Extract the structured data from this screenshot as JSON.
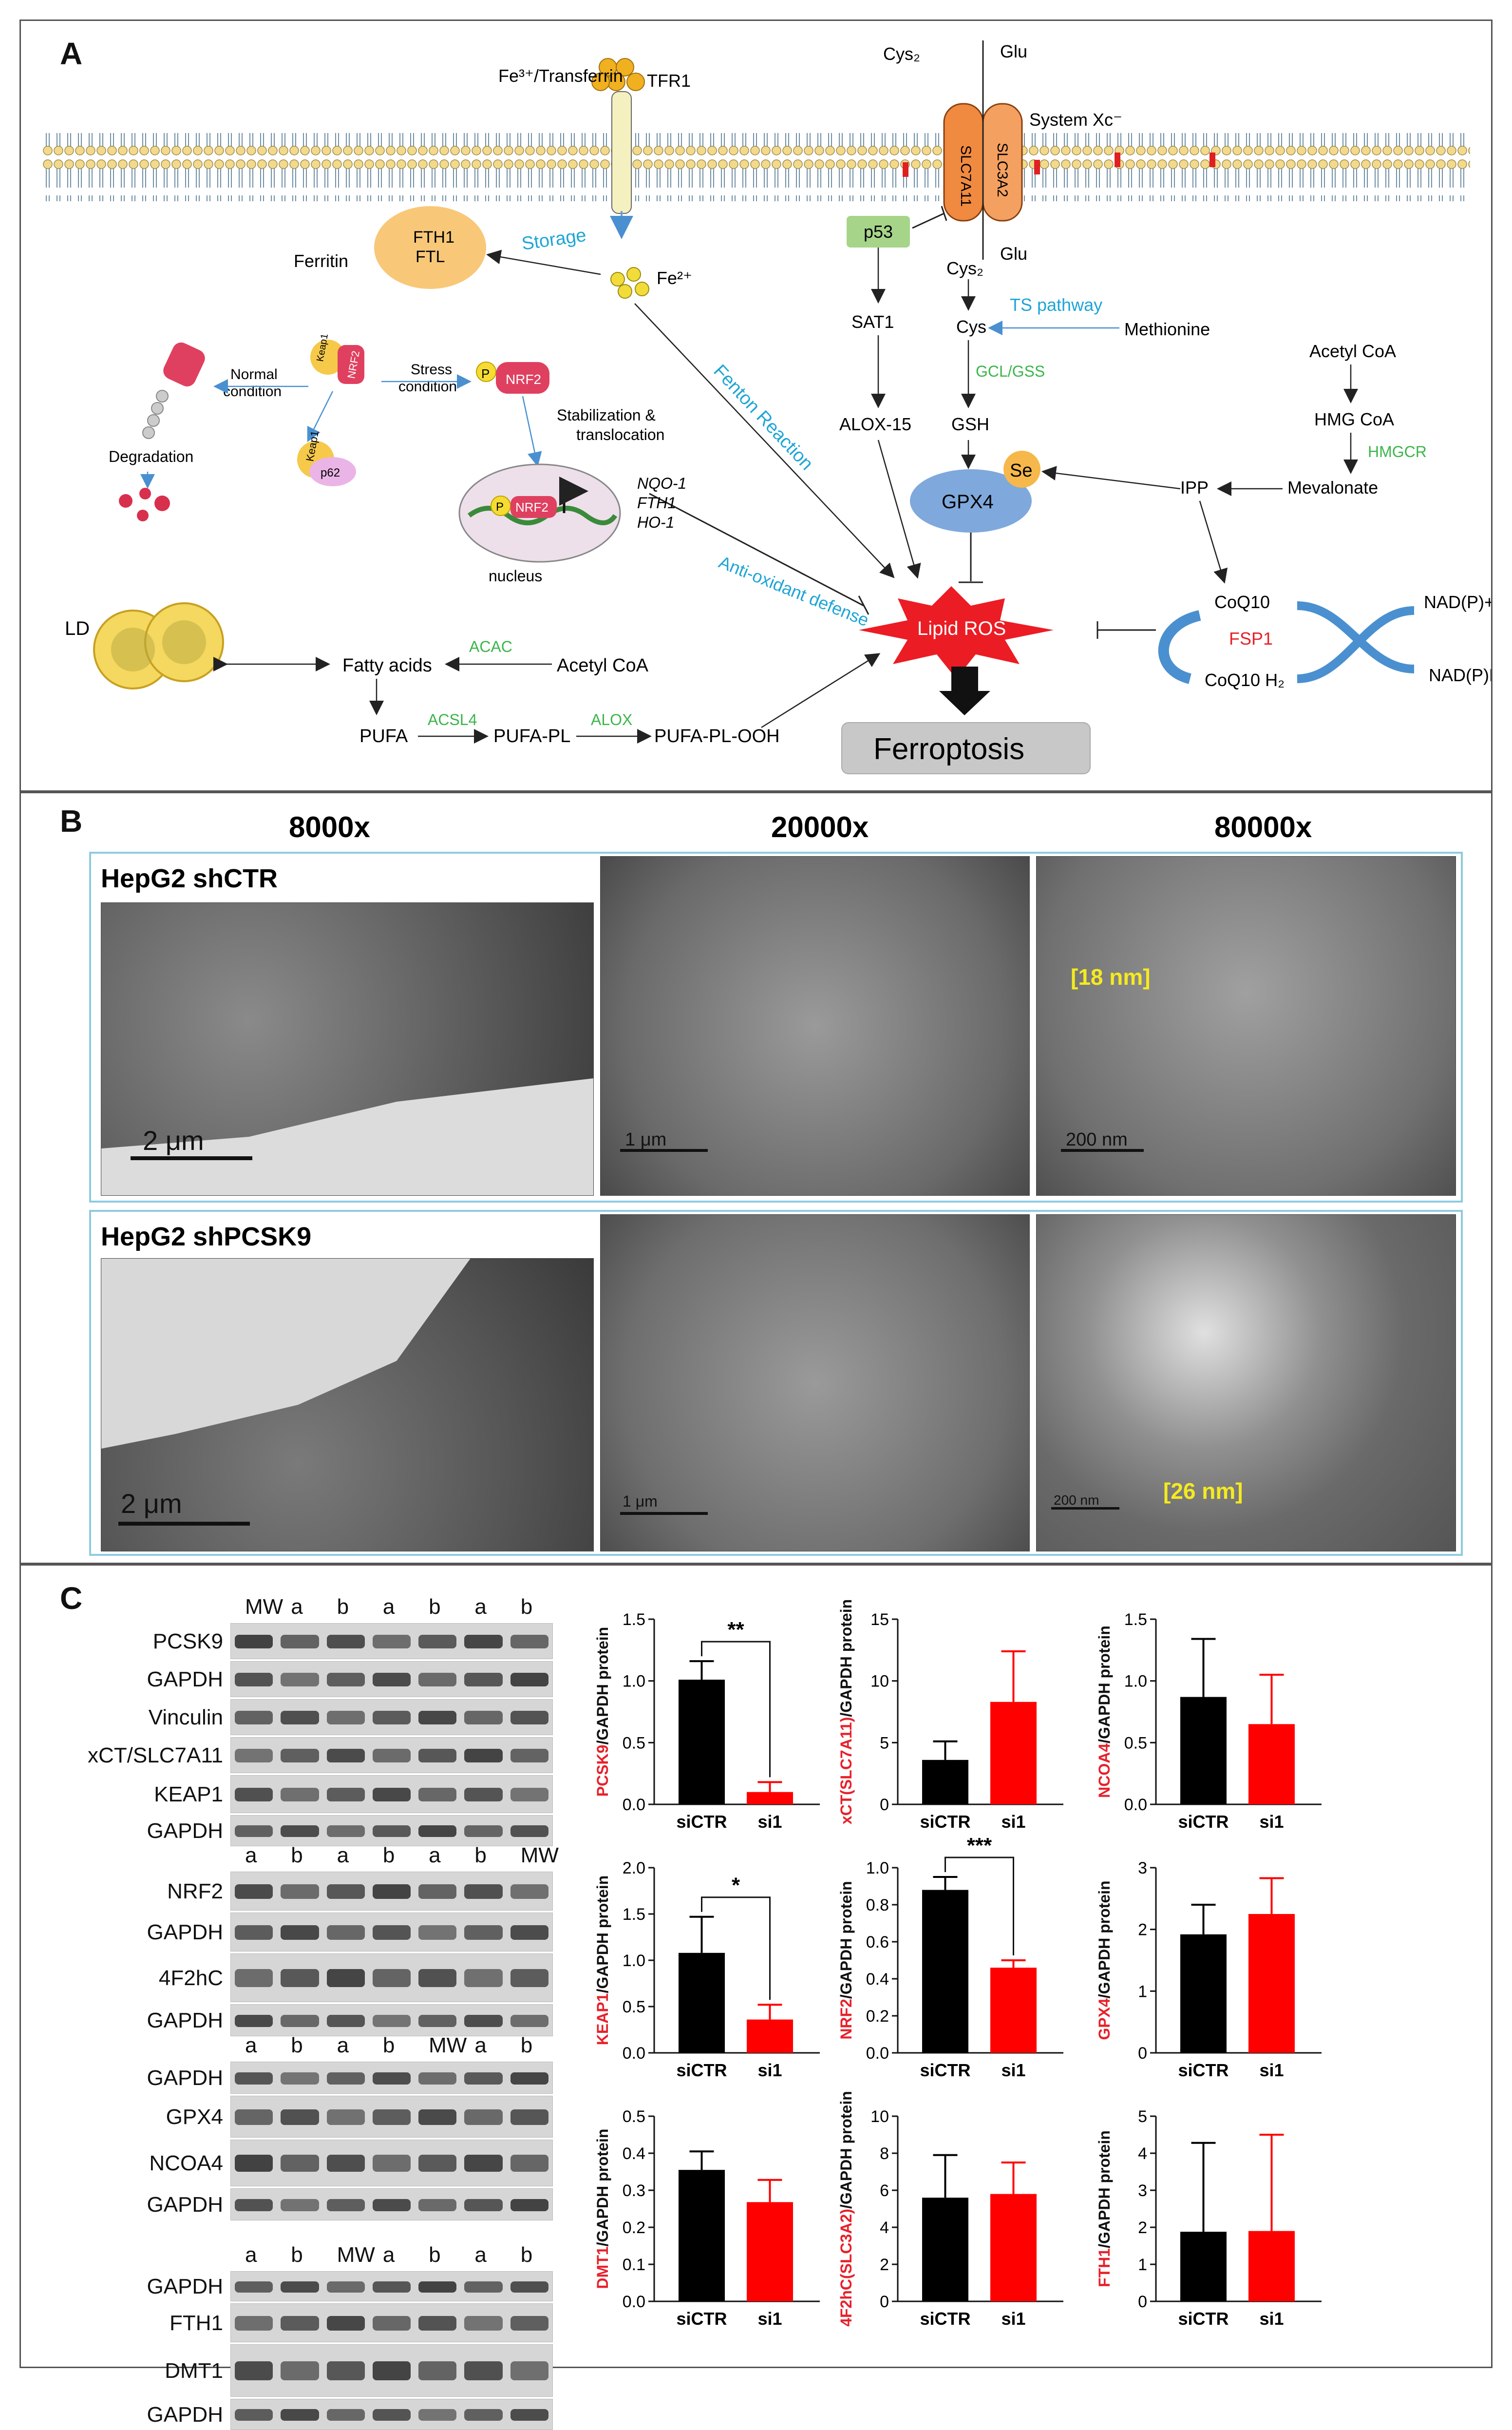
{
  "panelA": {
    "label": "A",
    "fe_transferrin": "Fe³⁺/Transferrin",
    "tfr1": "TFR1",
    "cys2_out": "Cys₂",
    "glu_out": "Glu",
    "system_xc": "System Xc⁻",
    "slc7a11": "SLC7A11",
    "slc3a2": "SLC3A2",
    "ferritin": "Ferritin",
    "fth1": "FTH1",
    "ftl": "FTL",
    "storage": "Storage",
    "fe2": "Fe²⁺",
    "p53": "p53",
    "cys2_in": "Cys₂",
    "glu_in": "Glu",
    "sat1": "SAT1",
    "cys": "Cys",
    "ts_pathway": "TS pathway",
    "methionine": "Methionine",
    "gcl_gss": "GCL/GSS",
    "gsh": "GSH",
    "alox15": "ALOX-15",
    "se": "Se",
    "gpx4": "GPX4",
    "acetyl_coa_top": "Acetyl CoA",
    "hmg_coa": "HMG CoA",
    "hmgcr": "HMGCR",
    "mevalonate": "Mevalonate",
    "ipp": "IPP",
    "coq10": "CoQ10",
    "fsp1": "FSP1",
    "coq10h2": "CoQ10 H₂",
    "nadp_plus": "NAD(P)+",
    "nadph": "NAD(P)H",
    "fenton": "Fenton Reaction",
    "antioxidant": "Anti-oxidant defense",
    "lipid_ros": "Lipid ROS",
    "ferroptosis": "Ferroptosis",
    "normal": "Normal",
    "condition": "condition",
    "stress": "Stress",
    "degradation": "Degradation",
    "stabilization": "Stabilization &",
    "translocation": "translocation",
    "nucleus": "nucleus",
    "genes": [
      "NQO-1",
      "FTH1",
      "HO-1"
    ],
    "nrf2": "NRF2",
    "keap1": "Keap1",
    "p62": "p62",
    "p_label": "P",
    "ld": "LD",
    "fatty_acids": "Fatty acids",
    "acac": "ACAC",
    "acetyl_coa_bottom": "Acetyl CoA",
    "pufa": "PUFA",
    "acsl4": "ACSL4",
    "pufa_pl": "PUFA-PL",
    "alox": "ALOX",
    "pufa_pl_ooh": "PUFA-PL-OOH",
    "colors": {
      "blue_label": "#1fa5d6",
      "green_label": "#3bb54a",
      "red_label": "#e8202a"
    }
  },
  "panelB": {
    "label": "B",
    "mags": [
      "8000x",
      "20000x",
      "80000x"
    ],
    "row1_title": "HepG2 shCTR",
    "row2_title": "HepG2 shPCSK9",
    "scale_r1": [
      "2 μm",
      "1 μm",
      "200 nm"
    ],
    "scale_r2": [
      "2 μm",
      "1 μm",
      "200 nm"
    ],
    "gap_r1": "[18 nm]",
    "gap_r2": "[26 nm]"
  },
  "panelC": {
    "label": "C",
    "blot_groups": [
      {
        "lanes": [
          "MW",
          "a",
          "b",
          "a",
          "b",
          "a",
          "b"
        ],
        "rows": [
          "PCSK9",
          "GAPDH",
          "Vinculin",
          "xCT/SLC7A11",
          "KEAP1",
          "GAPDH"
        ]
      },
      {
        "lanes": [
          "a",
          "b",
          "a",
          "b",
          "a",
          "b",
          "MW"
        ],
        "rows": [
          "NRF2",
          "GAPDH",
          "4F2hC",
          "GAPDH"
        ]
      },
      {
        "lanes": [
          "",
          "",
          "",
          "",
          "",
          "",
          ""
        ],
        "rows": [
          "GAPDH",
          "GPX4",
          "NCOA4",
          "GAPDH"
        ],
        "top_lanes": [
          "a",
          "b",
          "a",
          "b",
          "MW",
          "a",
          "b"
        ]
      },
      {
        "lanes": [
          "a",
          "b",
          "MW",
          "a",
          "b",
          "a",
          "b"
        ],
        "rows": [
          "GAPDH",
          "FTH1",
          "DMT1",
          "GAPDH"
        ]
      }
    ],
    "sig_labels": [
      "**",
      "*",
      "***"
    ]
  },
  "chart_data": [
    {
      "type": "bar",
      "categories": [
        "siCTR",
        "si1"
      ],
      "values": [
        1.01,
        0.1
      ],
      "errors": [
        0.15,
        0.08
      ],
      "ylabel_red": "PCSK9",
      "ylabel_black": "/GAPDH protein",
      "ylim": [
        0,
        1.5
      ],
      "yticks": [
        "0.0",
        "0.5",
        "1.0",
        "1.5"
      ],
      "significance": "**"
    },
    {
      "type": "bar",
      "categories": [
        "siCTR",
        "si1"
      ],
      "values": [
        3.6,
        8.3
      ],
      "errors": [
        1.5,
        4.1
      ],
      "ylabel_red": "xCT(SLC7A11)",
      "ylabel_black": "/GAPDH protein",
      "ylim": [
        0,
        15
      ],
      "yticks": [
        "0",
        "5",
        "10",
        "15"
      ],
      "significance": ""
    },
    {
      "type": "bar",
      "categories": [
        "siCTR",
        "si1"
      ],
      "values": [
        0.87,
        0.65
      ],
      "errors": [
        0.47,
        0.4
      ],
      "ylabel_red": "NCOA4",
      "ylabel_black": "/GAPDH protein",
      "ylim": [
        0,
        1.5
      ],
      "yticks": [
        "0.0",
        "0.5",
        "1.0",
        "1.5"
      ],
      "significance": ""
    },
    {
      "type": "bar",
      "categories": [
        "siCTR",
        "si1"
      ],
      "values": [
        1.08,
        0.36
      ],
      "errors": [
        0.39,
        0.16
      ],
      "ylabel_red": "KEAP1",
      "ylabel_black": "/GAPDH protein",
      "ylim": [
        0,
        2.0
      ],
      "yticks": [
        "0.0",
        "0.5",
        "1.0",
        "1.5",
        "2.0"
      ],
      "significance": "*"
    },
    {
      "type": "bar",
      "categories": [
        "siCTR",
        "si1"
      ],
      "values": [
        0.88,
        0.46
      ],
      "errors": [
        0.07,
        0.04
      ],
      "ylabel_red": "NRF2",
      "ylabel_black": "/GAPDH protein",
      "ylim": [
        0,
        1.0
      ],
      "yticks": [
        "0.0",
        "0.2",
        "0.4",
        "0.6",
        "0.8",
        "1.0"
      ],
      "significance": "***"
    },
    {
      "type": "bar",
      "categories": [
        "siCTR",
        "si1"
      ],
      "values": [
        1.92,
        2.25
      ],
      "errors": [
        0.48,
        0.58
      ],
      "ylabel_red": "GPX4",
      "ylabel_black": "/GAPDH protein",
      "ylim": [
        0,
        3
      ],
      "yticks": [
        "0",
        "1",
        "2",
        "3"
      ],
      "significance": ""
    },
    {
      "type": "bar",
      "categories": [
        "siCTR",
        "si1"
      ],
      "values": [
        0.355,
        0.268
      ],
      "errors": [
        0.05,
        0.06
      ],
      "ylabel_red": "DMT1",
      "ylabel_black": "/GAPDH protein",
      "ylim": [
        0,
        0.5
      ],
      "yticks": [
        "0.0",
        "0.1",
        "0.2",
        "0.3",
        "0.4",
        "0.5"
      ],
      "significance": ""
    },
    {
      "type": "bar",
      "categories": [
        "siCTR",
        "si1"
      ],
      "values": [
        5.6,
        5.8
      ],
      "errors": [
        2.3,
        1.7
      ],
      "ylabel_red": "4F2hC(SLC3A2)",
      "ylabel_black": "/GAPDH protein",
      "ylim": [
        0,
        10
      ],
      "yticks": [
        "0",
        "2",
        "4",
        "6",
        "8",
        "10"
      ],
      "significance": ""
    },
    {
      "type": "bar",
      "categories": [
        "siCTR",
        "si1"
      ],
      "values": [
        1.88,
        1.9
      ],
      "errors": [
        2.4,
        2.6
      ],
      "ylabel_red": "FTH1",
      "ylabel_black": "/GAPDH protein",
      "ylim": [
        0,
        5
      ],
      "yticks": [
        "0",
        "1",
        "2",
        "3",
        "4",
        "5"
      ],
      "significance": ""
    }
  ]
}
